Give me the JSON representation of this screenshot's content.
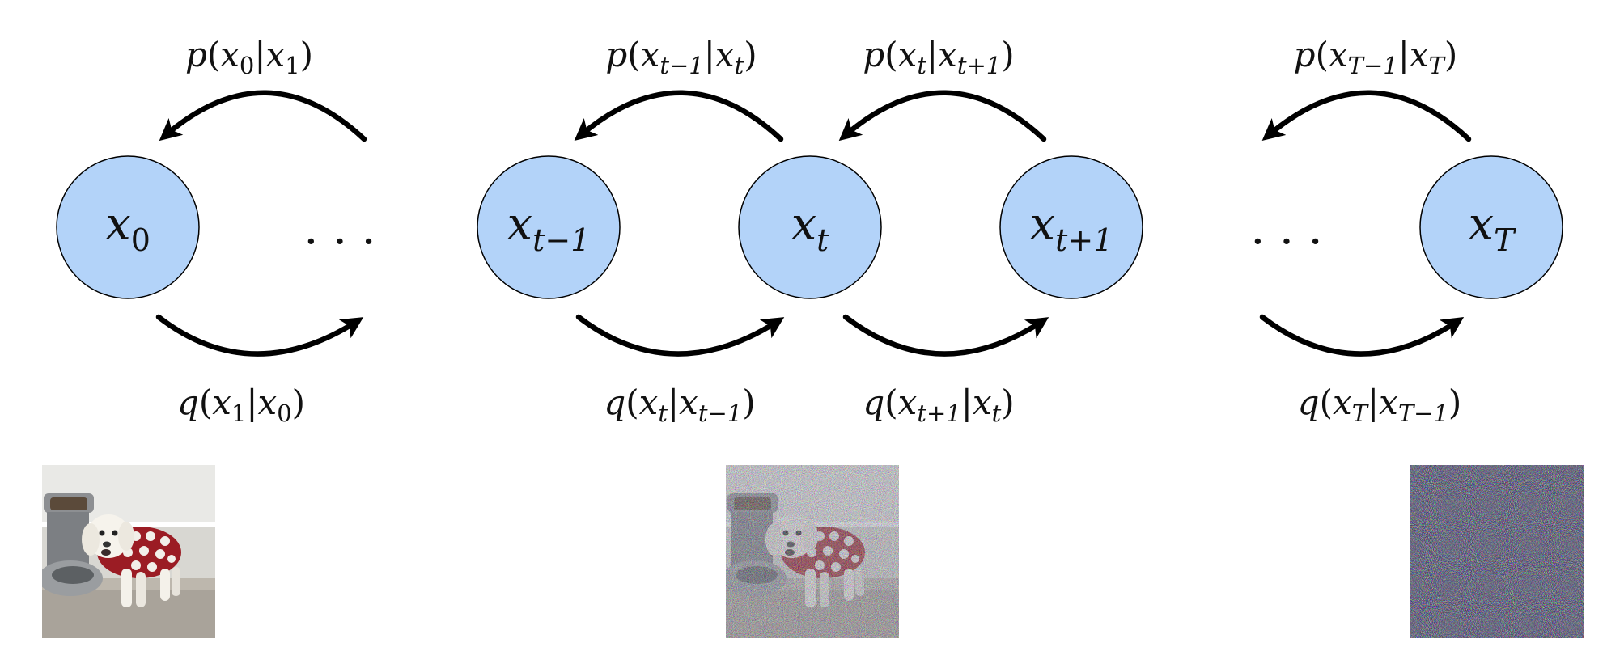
{
  "nodes": [
    {
      "name": "x-0",
      "var": "x",
      "sub": "0"
    },
    {
      "name": "x-t-minus-1",
      "var": "x",
      "sub": "t−1"
    },
    {
      "name": "x-t",
      "var": "x",
      "sub": "t"
    },
    {
      "name": "x-t-plus-1",
      "var": "x",
      "sub": "t+1"
    },
    {
      "name": "x-T",
      "var": "x",
      "sub": "T"
    }
  ],
  "ellipsis": "· · ·",
  "reverse_labels": [
    {
      "name": "p-x0-given-x1",
      "fn": "p",
      "a": "x",
      "asub": "0",
      "b": "x",
      "bsub": "1"
    },
    {
      "name": "p-xt-minus-1-given-xt",
      "fn": "p",
      "a": "x",
      "asub": "t−1",
      "b": "x",
      "bsub": "t"
    },
    {
      "name": "p-xt-given-xt-plus-1",
      "fn": "p",
      "a": "x",
      "asub": "t",
      "b": "x",
      "bsub": "t+1"
    },
    {
      "name": "p-xT-minus-1-given-xT",
      "fn": "p",
      "a": "x",
      "asub": "T−1",
      "b": "x",
      "bsub": "T"
    }
  ],
  "forward_labels": [
    {
      "name": "q-x1-given-x0",
      "fn": "q",
      "a": "x",
      "asub": "1",
      "b": "x",
      "bsub": "0"
    },
    {
      "name": "q-xt-given-xt-minus-1",
      "fn": "q",
      "a": "x",
      "asub": "t",
      "b": "x",
      "bsub": "t−1"
    },
    {
      "name": "q-xt-plus-1-given-xt",
      "fn": "q",
      "a": "x",
      "asub": "t+1",
      "b": "x",
      "bsub": "t"
    },
    {
      "name": "q-xT-given-xT-minus-1",
      "fn": "q",
      "a": "x",
      "asub": "T",
      "b": "x",
      "bsub": "T−1"
    }
  ],
  "images": [
    {
      "name": "clean-dog-image",
      "noise": 0.0
    },
    {
      "name": "noisy-dog-image",
      "noise": 0.55
    },
    {
      "name": "pure-noise-image",
      "noise": 1.0
    }
  ],
  "colors": {
    "node_fill": "#b3d3f9",
    "sweater_red": "#9b1c24",
    "noise_bg": "#2b2a35"
  }
}
